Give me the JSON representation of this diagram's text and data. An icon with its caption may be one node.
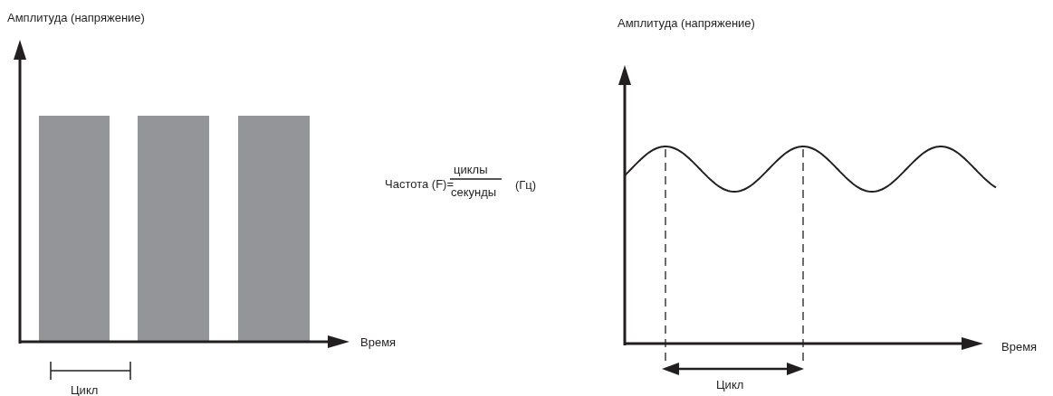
{
  "diagram": {
    "labels": [
      "Амплитуда (напряжение)",
      "Амплитуда (напряжение)",
      "Частота (F)=",
      "циклы",
      "секунды",
      "(Гц)",
      "Время",
      "Время",
      "Цикл",
      "Цикл"
    ]
  }
}
